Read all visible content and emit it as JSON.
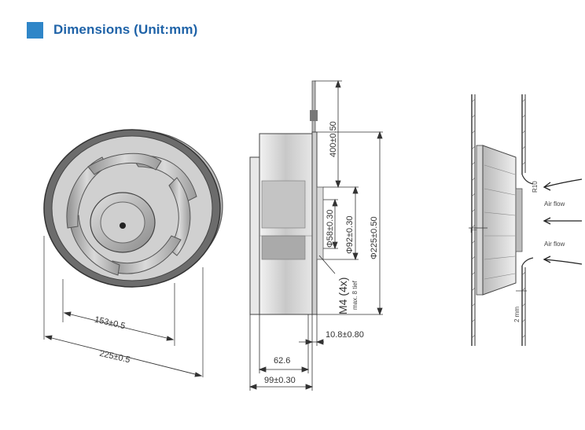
{
  "header": {
    "title": "Dimensions (Unit:mm)"
  },
  "colors": {
    "accent": "#2f86c8",
    "title": "#1f63a8"
  },
  "front_view": {
    "inner_diameter": "153±0.5",
    "outer_diameter": "225±0.5"
  },
  "side_view": {
    "cable_length": "400±0.50",
    "hub_diameter": "Φ58±0.30",
    "mount_diameter": "Φ92±0.30",
    "outer_diameter": "Φ225±0.50",
    "screw_spec": "M4 (4x)",
    "screw_depth": "max. 8 tief",
    "offset": "10.8±0.80",
    "depth": "62.6",
    "total_width": "99±0.30"
  },
  "install_view": {
    "radius": "R10",
    "airflow_top": "Air flow",
    "airflow_bottom": "Air flow",
    "gap": "2 mm"
  }
}
